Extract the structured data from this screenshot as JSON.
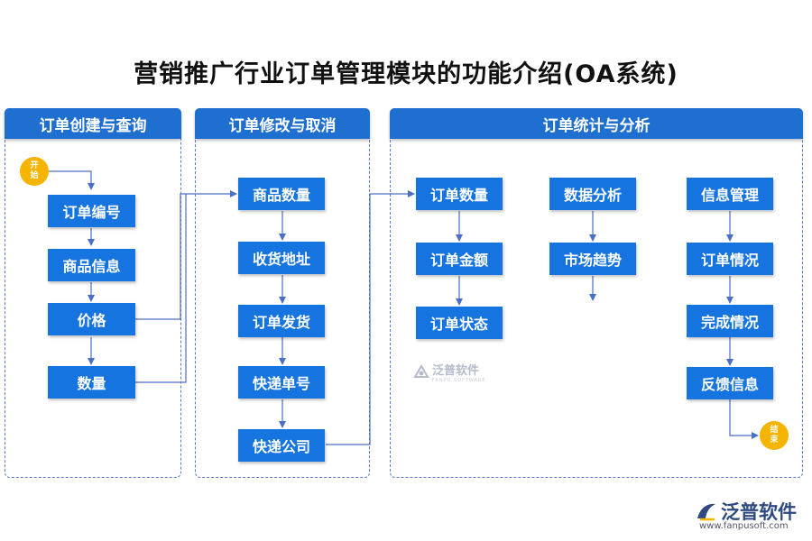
{
  "title": "营销推广行业订单管理模块的功能介绍(OA系统)",
  "panels": {
    "create": {
      "heading": "订单创建与查询",
      "start": "开始",
      "nodes": [
        "订单编号",
        "商品信息",
        "价格",
        "数量"
      ]
    },
    "modify": {
      "heading": "订单修改与取消",
      "nodes": [
        "商品数量",
        "收货地址",
        "订单发货",
        "快递单号",
        "快递公司"
      ]
    },
    "stats": {
      "heading": "订单统计与分析",
      "col1": [
        "订单数量",
        "订单金额",
        "订单状态"
      ],
      "col2": [
        "数据分析",
        "市场趋势"
      ],
      "col3": [
        "信息管理",
        "订单情况",
        "完成情况",
        "反馈信息"
      ],
      "end": "结束"
    }
  },
  "watermark": {
    "name": "泛普软件",
    "sub": "FANPU SOFTWARE"
  },
  "logo": {
    "name": "泛普软件",
    "url": "www.fanpusoft.com"
  },
  "colors": {
    "header": "#1f6fd1",
    "node": "#1574e0",
    "circle": "#f4b400",
    "arrow": "#4a6fc7",
    "border": "#5b79c9"
  }
}
